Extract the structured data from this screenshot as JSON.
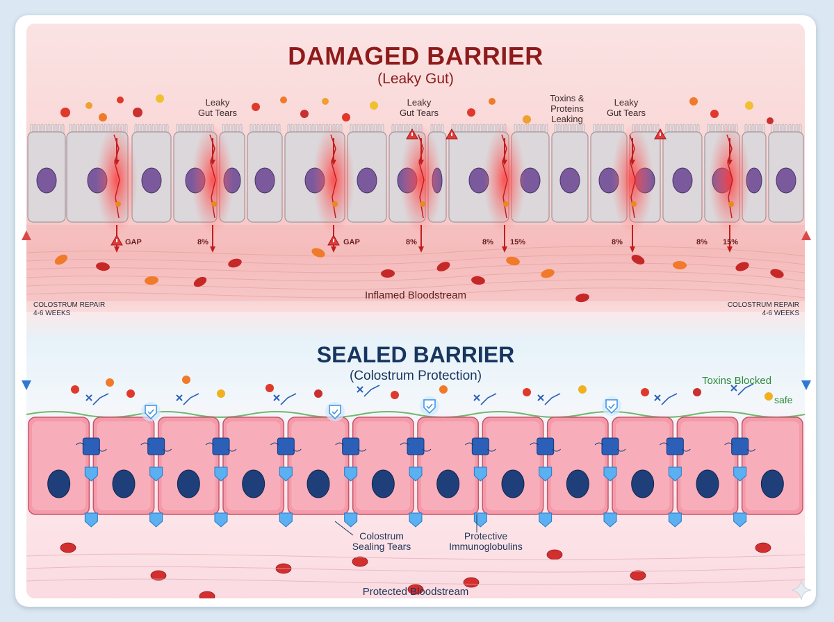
{
  "top": {
    "title": "DAMAGED BARRIER",
    "subtitle": "(Leaky Gut)",
    "labels": {
      "leaky_tears_1": "Leaky\nGut Tears",
      "leaky_tears_2": "Leaky\nGut Tears",
      "leaky_tears_3": "Leaky\nGut Tears",
      "toxins_leaking": "Toxins &\nProteins\nLeaking",
      "gap_1": "GAP",
      "gap_2": "GAP",
      "pct_1": "8%",
      "pct_2": "8%",
      "pct_3": "8%",
      "pct_4": "15%",
      "pct_5": "8%",
      "pct_6": "8%",
      "pct_7": "15%",
      "bloodstream": "Inflamed Bloodstream"
    },
    "colors": {
      "title": "#8e1b1b",
      "tear": "#d62b2b"
    }
  },
  "side": {
    "left_line1": "COLOSTRUM REPAIR",
    "left_line2": "4-6 WEEKS",
    "right_line1": "COLOSTRUM REPAIR",
    "right_line2": "4-6 WEEKS"
  },
  "bottom": {
    "title": "SEALED BARRIER",
    "subtitle": "(Colostrum Protection)",
    "toxins_blocked": "Toxins Blocked",
    "safe": "safe",
    "sealing_tears": "Colostrum\nSealing Tears",
    "immunoglobulins": "Protective\nImmunoglobulins",
    "bloodstream": "Protected Bloodstream",
    "colors": {
      "title": "#17365f",
      "accent": "#2f8a3a",
      "shield": "#3a8fe0"
    }
  },
  "icons": [
    "warning-icon",
    "shield-check-icon",
    "blocked-arrow-icon",
    "tight-junction-icon",
    "sparkle-icon"
  ]
}
